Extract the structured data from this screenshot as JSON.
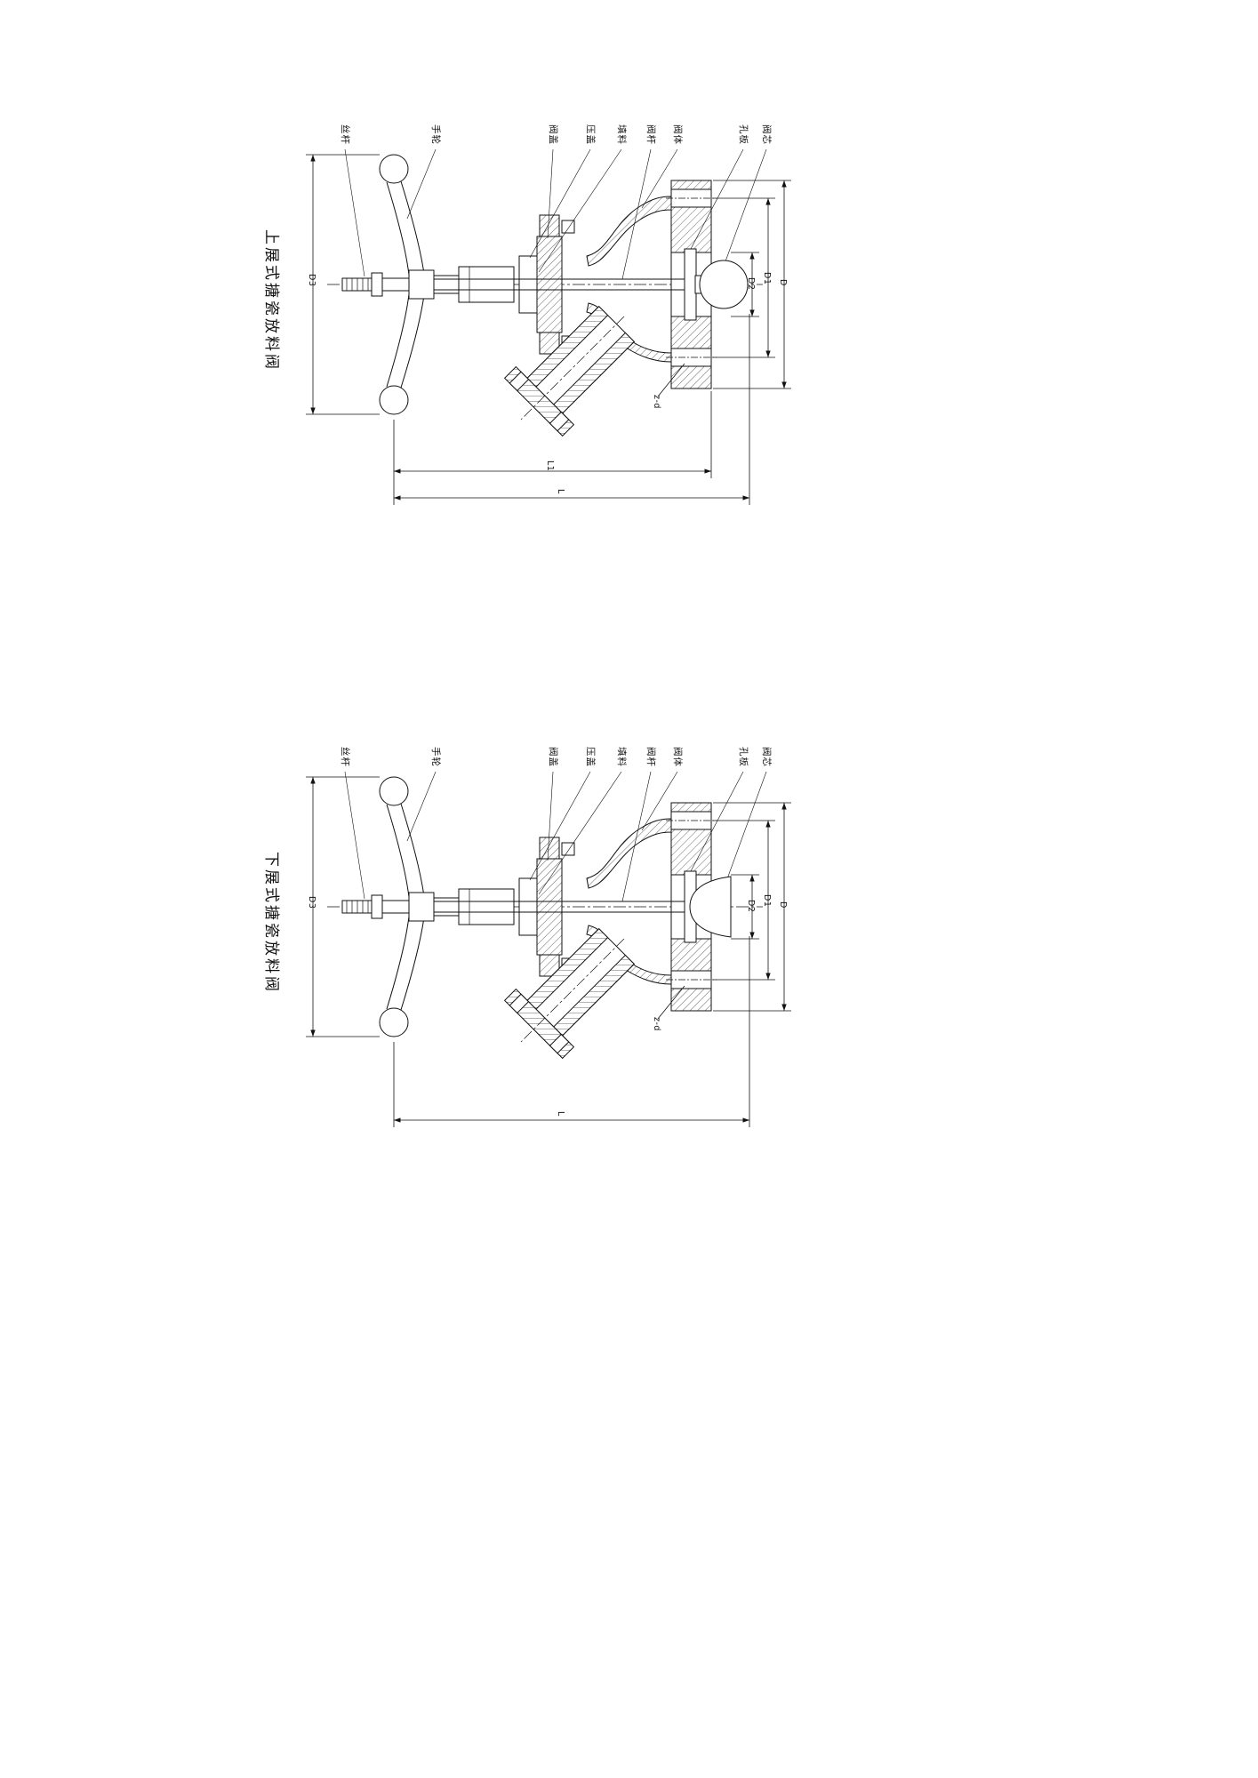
{
  "page": {
    "background": "#ffffff",
    "line_color": "#111111"
  },
  "diagrams": [
    {
      "title": "上展式搪瓷放料阀",
      "callouts": [
        "丝杆",
        "手轮",
        "阀盖",
        "压盖",
        "填料",
        "阀杆",
        "阀体",
        "孔板",
        "阀芯"
      ],
      "dims": {
        "d3": "D3",
        "l1": "L1",
        "l": "L",
        "d2": "D2",
        "d1": "D1",
        "d": "D",
        "zd": "z-d"
      }
    },
    {
      "title": "下展式搪瓷放料阀",
      "callouts": [
        "丝杆",
        "手轮",
        "阀盖",
        "压盖",
        "填料",
        "阀杆",
        "阀体",
        "孔板",
        "阀芯"
      ],
      "dims": {
        "d3": "D3",
        "l": "L",
        "d2": "D2",
        "d1": "D1",
        "d": "D",
        "zd": "z-d"
      }
    }
  ]
}
